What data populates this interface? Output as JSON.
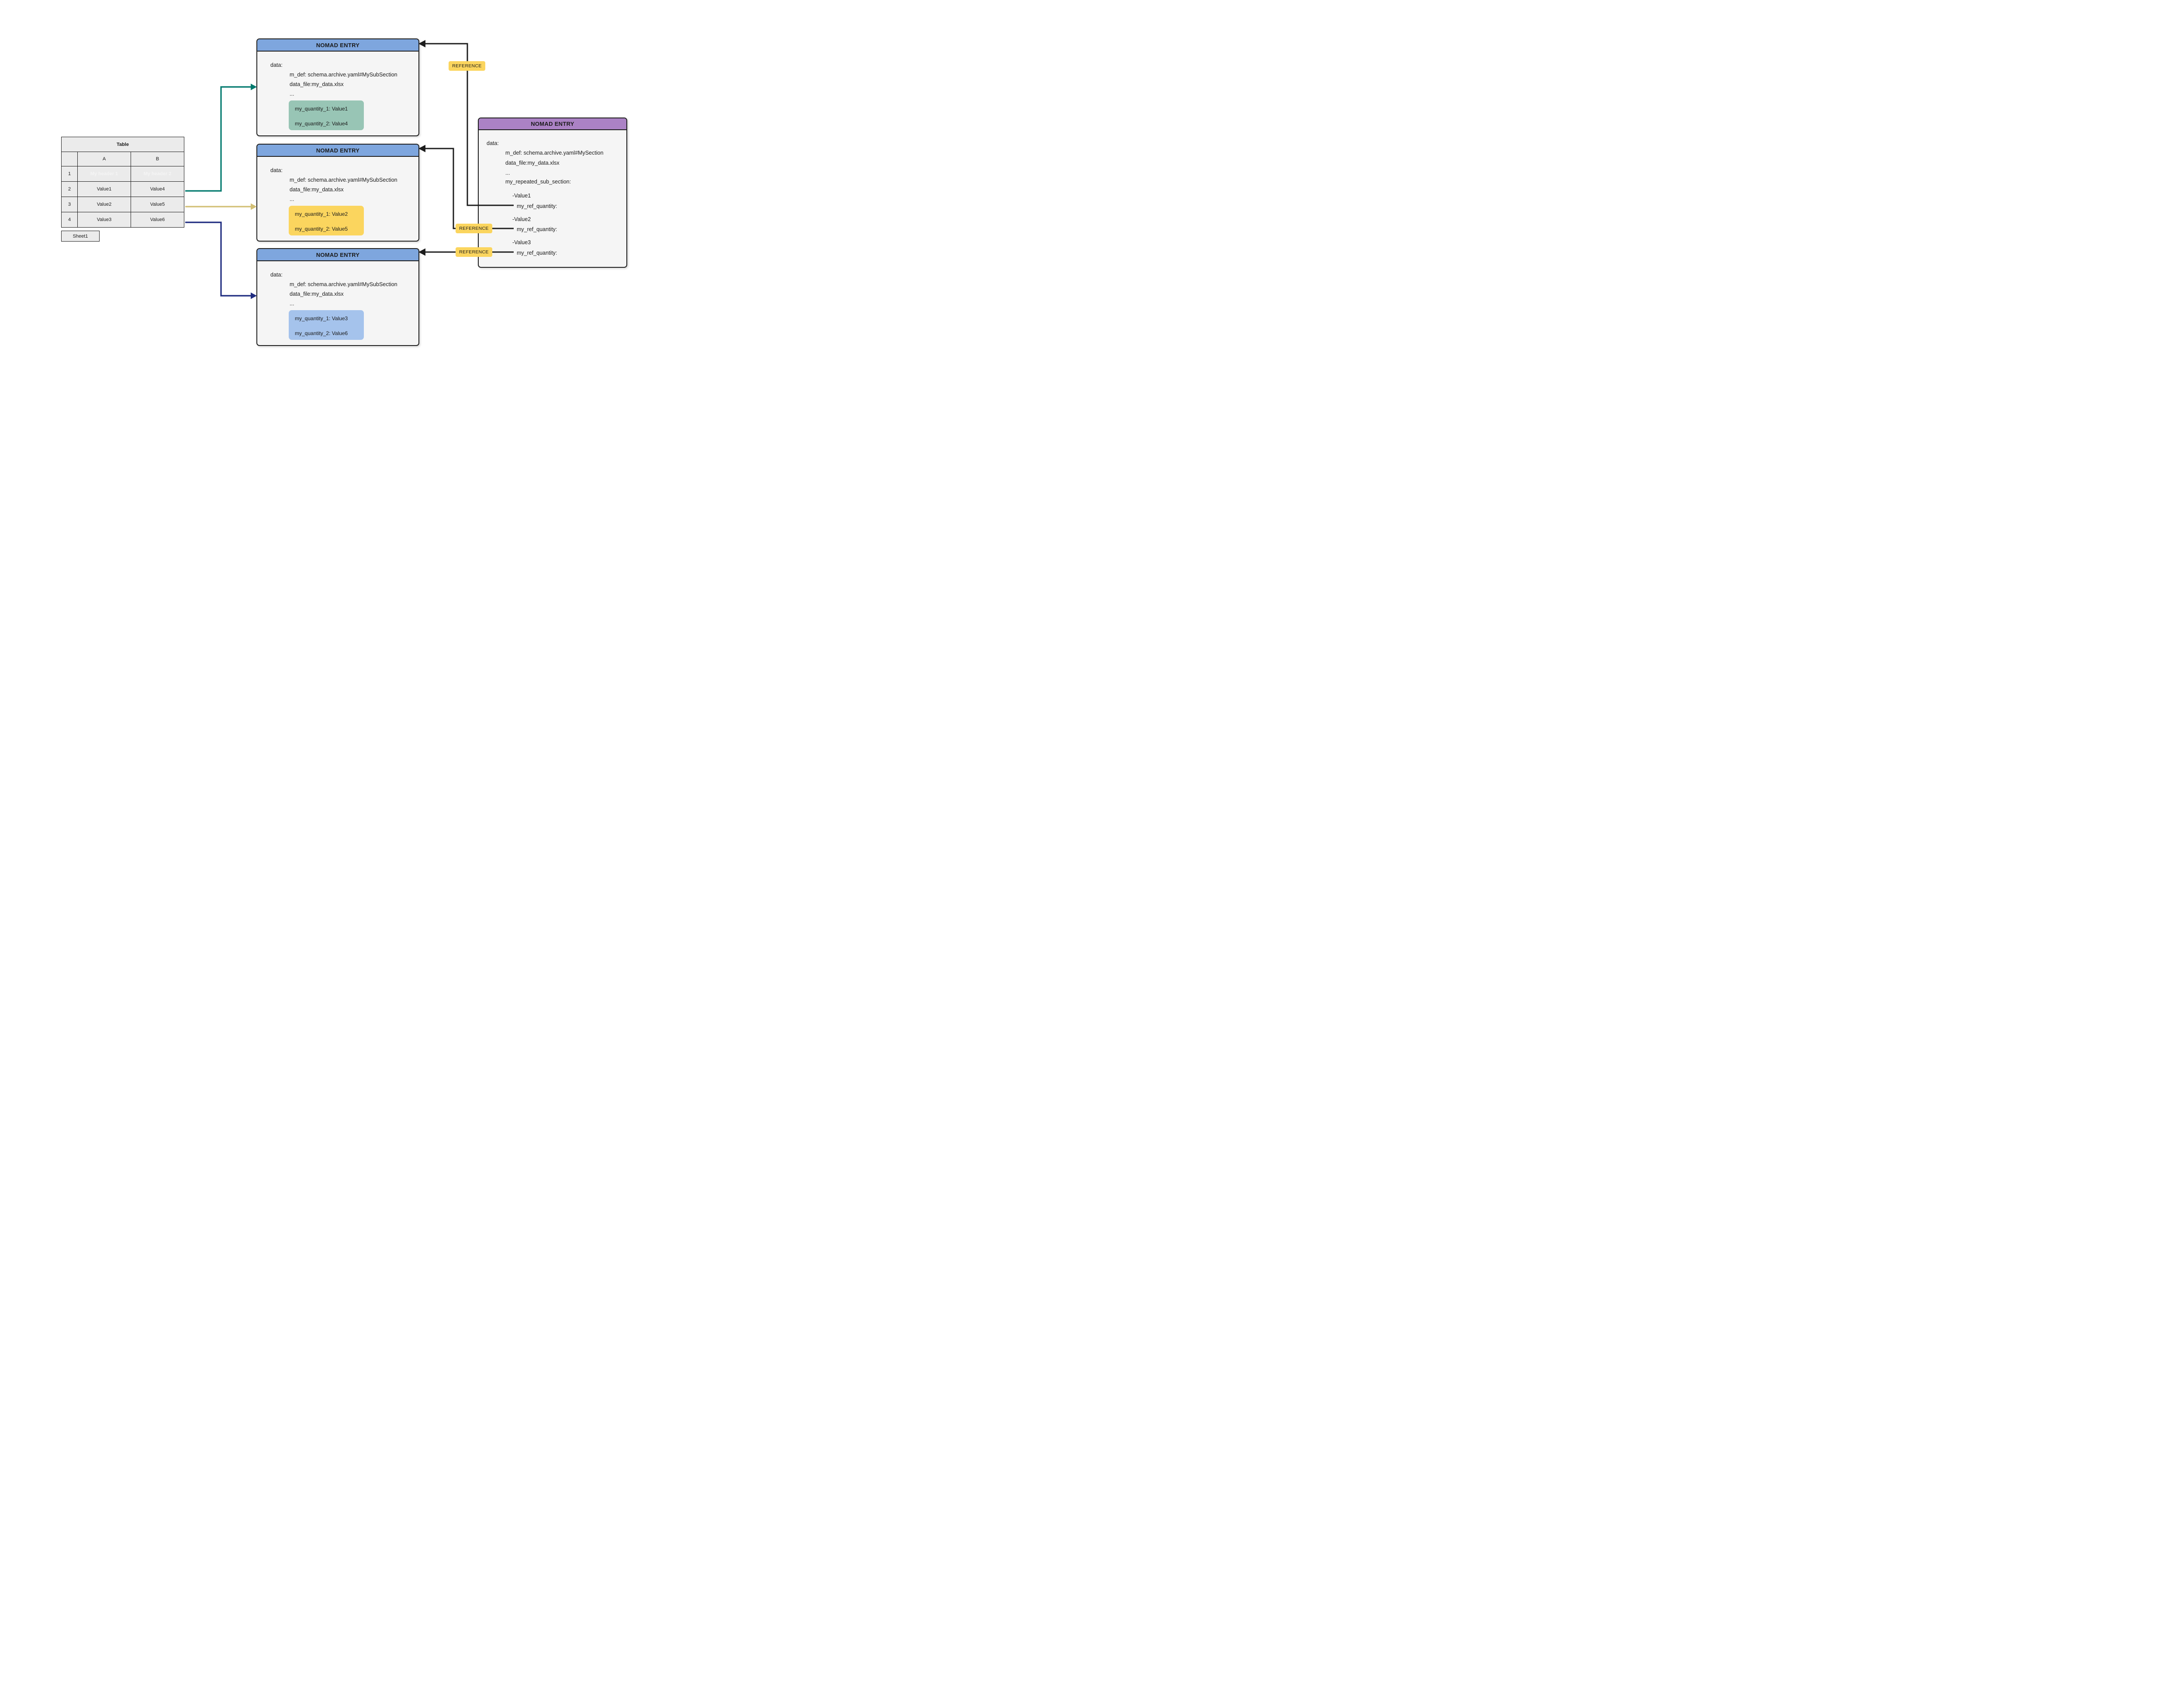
{
  "labels": {
    "reference": "REFERENCE"
  },
  "table": {
    "title": "Table",
    "sheet_tab": "Sheet1",
    "columns": [
      "A",
      "B"
    ],
    "rows": [
      {
        "num": "1",
        "a": "My header 1",
        "b": "My header 2"
      },
      {
        "num": "2",
        "a": "Value1",
        "b": "Value4"
      },
      {
        "num": "3",
        "a": "Value2",
        "b": "Value5"
      },
      {
        "num": "4",
        "a": "Value3",
        "b": "Value6"
      }
    ]
  },
  "sub_entries": [
    {
      "title": "NOMAD ENTRY",
      "data_label": "data:",
      "m_def": "m_def: schema.archive.yaml#MySubSection",
      "data_file": "data_file:my_data.xlsx",
      "ellipsis": "...",
      "q1": "my_quantity_1: Value1",
      "q2": "my_quantity_2: Value4"
    },
    {
      "title": "NOMAD ENTRY",
      "data_label": "data:",
      "m_def": "m_def: schema.archive.yaml#MySubSection",
      "data_file": "data_file:my_data.xlsx",
      "ellipsis": "...",
      "q1": "my_quantity_1: Value2",
      "q2": "my_quantity_2: Value5"
    },
    {
      "title": "NOMAD ENTRY",
      "data_label": "data:",
      "m_def": "m_def: schema.archive.yaml#MySubSection",
      "data_file": "data_file:my_data.xlsx",
      "ellipsis": "...",
      "q1": "my_quantity_1: Value3",
      "q2": "my_quantity_2: Value6"
    }
  ],
  "main_entry": {
    "title": "NOMAD ENTRY",
    "data_label": "data:",
    "m_def": "m_def: schema.archive.yaml#MySection",
    "data_file": "data_file:my_data.xlsx",
    "ellipsis": "...",
    "sub_section": "my_repeated_sub_section:",
    "items": [
      {
        "value": "-Value1",
        "ref": "my_ref_quantity:"
      },
      {
        "value": "-Value2",
        "ref": "my_ref_quantity:"
      },
      {
        "value": "-Value3",
        "ref": "my_ref_quantity:"
      }
    ]
  },
  "colors": {
    "entry_header_blue": "#7ea6de",
    "entry_header_purple": "#ab82c5",
    "entry_body": "#f5f5f5",
    "table_header_teal": "#07696a",
    "table_header_navy": "#1f2c80",
    "row_green": "#98c5b5",
    "row_yellow": "#fbd55e",
    "row_blue": "#a5c3ec",
    "badge_yellow": "#fbd55e",
    "arrow_teal": "#00796d",
    "arrow_khaki": "#d2bf75",
    "arrow_navy": "#1f2c80",
    "arrow_black": "#1d1d1d"
  }
}
